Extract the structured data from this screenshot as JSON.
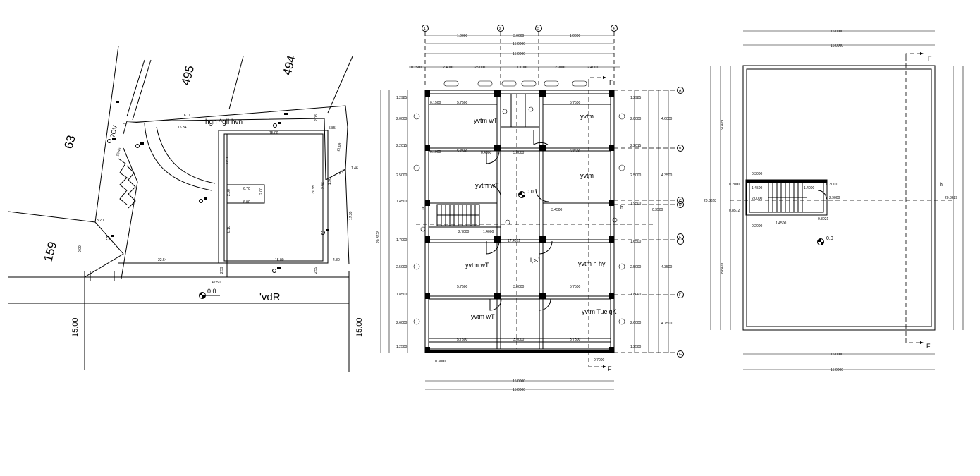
{
  "site_plan": {
    "plot_numbers": {
      "p495": "495",
      "p494": "494",
      "p63": "63",
      "p159": "159"
    },
    "labels": {
      "road_name": "'vdR",
      "top_label": "hgn ^gll hvn",
      "left_label": "?OV"
    },
    "road_widths": {
      "left": "15.00",
      "right": "15.00"
    },
    "level": "0.0",
    "dims": {
      "d16_11": "16.11",
      "d15_34": "15.34",
      "d15_00_top": "15.00",
      "d2_08": "2.08",
      "d5_85": "5.85",
      "d11_08": "11.08",
      "d4_16": "4.16",
      "d1_46": "1.46",
      "d17_39": "17.39",
      "d20_95": "20.95",
      "d1_96": "1.96",
      "d2_96": "2.96",
      "d8_91": "8.91",
      "d6_70": "6.70",
      "d6_00": "6.00",
      "d2_00a": "2.00",
      "d2_00b": "2.00",
      "d8_10": "8.10",
      "d22_54": "22.54",
      "d15_00_bot": "15.00",
      "d4_80": "4.80",
      "d2_59a": "2.59",
      "d2_59b": "2.59",
      "d42_50": "42.50",
      "d3_20": "3.20",
      "d9_09": "9.09",
      "d16_45": "16.45"
    }
  },
  "floor_plan": {
    "grid_bubbles": [
      "1",
      "2",
      "3",
      "4"
    ],
    "right_grid": [
      "A",
      "B",
      "C",
      "D",
      "E",
      "F",
      "G"
    ],
    "rooms": {
      "r1": "yvtm wT",
      "r2": "yvtm",
      "r3": "yvtm",
      "r4": "yvtm wT",
      "r5": "yvtm wT",
      "r6": "yvtm h hy",
      "r7": "l,>J",
      "r8": "yvtm wT",
      "r9": "yvtm TuelqK"
    },
    "level": "0.0",
    "section_mark": "F",
    "h_mark": "h",
    "top_dims": {
      "a": "1.0000",
      "b": "3.0000",
      "c": "1.0000",
      "total1": "15.0000",
      "total2": "15.0000",
      "s1": "0.7500",
      "s2": "2.4000",
      "s3": "2.9000",
      "s4": "1.1000",
      "s5": "2.9000",
      "s6": "2.4000"
    },
    "bottom_dims": {
      "total1": "15.0000",
      "total2": "15.0000",
      "small1": "0.3000",
      "small2": "0.7000"
    },
    "left_dims": [
      "1.2985",
      "2.0000",
      "2.2015",
      "2.5000",
      "1.4500",
      "1.7000",
      "2.5000",
      "1.8500",
      "2.6000",
      "1.2500"
    ],
    "right_dims": [
      "1.2985",
      "2.0000",
      "2.2015",
      "2.5000",
      "1.9500",
      "1.6500",
      "2.5000",
      "1.8000",
      "2.6000",
      "1.2500"
    ],
    "right_outer": [
      "4.6000",
      "4.3500",
      "0.3500",
      "4.3500",
      "4.7500"
    ],
    "overall": "20.3628",
    "inner_dims": {
      "d1": "5.7500",
      "d2": "3.0000",
      "d3": "5.7500",
      "d4": "0.1500",
      "d5": "0.1900",
      "d6": "3.4500",
      "d7": "1.4000",
      "d8": "2.7000",
      "d9": "17.4029",
      "d10": "0.4000"
    }
  },
  "roof_plan": {
    "top_dims": {
      "t1": "15.0000",
      "t2": "15.0000"
    },
    "bottom_dims": {
      "b1": "15.0000",
      "b2": "15.0000"
    },
    "left_dims": {
      "l1": "5.0429",
      "l2": "8.6428",
      "l3": "20.3628",
      "l4": "0.8572"
    },
    "right_dims": {
      "r1": "20.3629"
    },
    "stair_dims": {
      "s1": "0.3000",
      "s2": "1.4500",
      "s3": "1.4000",
      "s4": "0.3000",
      "s5": "2.9000",
      "s6": "0.2000",
      "s7": "2.0000",
      "s8": "0.3021",
      "s9": "0.2000",
      "s10": "1.4500"
    },
    "section_mark": "F",
    "h_mark": "h",
    "level": "0.0"
  }
}
